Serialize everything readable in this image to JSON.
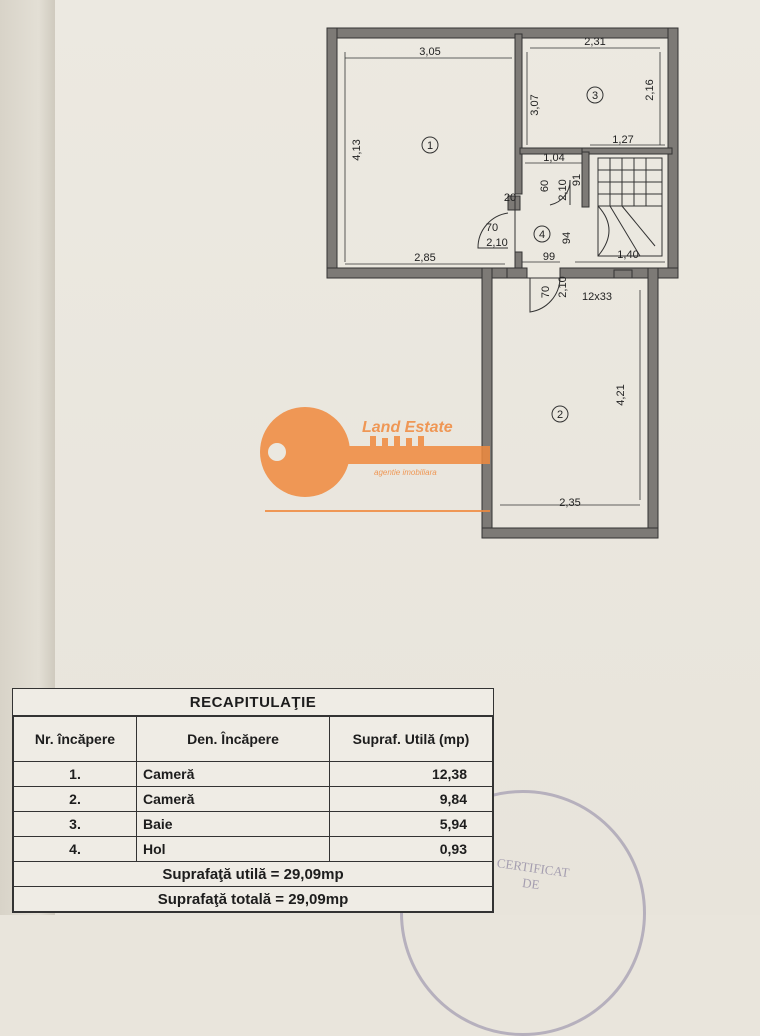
{
  "plan": {
    "room1": {
      "number": "1",
      "width": "3,05",
      "height": "4,13",
      "bottom": "2,85"
    },
    "room2": {
      "number": "2",
      "width": "2,35",
      "height": "4,21",
      "vent": "12x33"
    },
    "room3": {
      "number": "3",
      "width": "2,31",
      "height": "2,16",
      "left": "3,07"
    },
    "room4": {
      "number": "4"
    },
    "stairs": {
      "top": "1,27",
      "bottom": "1,40"
    },
    "misc": {
      "d104": "1,04",
      "d20": "20",
      "d60": "60",
      "d210a": "2,10",
      "d91": "91",
      "d70a": "70",
      "d210b": "2,10",
      "d94": "94",
      "d99": "99",
      "d70b": "70",
      "d210c": "2,10"
    }
  },
  "watermark": {
    "brand": "Land Estate",
    "tagline": "agentie imobiliara",
    "color": "#f08a3e"
  },
  "recap": {
    "title": "RECAPITULAŢIE",
    "headers": {
      "nr": "Nr. încăpere",
      "den": "Den. Încăpere",
      "supraf": "Supraf. Utilă (mp)"
    },
    "rows": [
      {
        "nr": "1.",
        "den": "Cameră",
        "supraf": "12,38"
      },
      {
        "nr": "2.",
        "den": "Cameră",
        "supraf": "9,84"
      },
      {
        "nr": "3.",
        "den": "Baie",
        "supraf": "5,94"
      },
      {
        "nr": "4.",
        "den": "Hol",
        "supraf": "0,93"
      }
    ],
    "sum_util": "Suprafaţă utilă = 29,09mp",
    "sum_total": "Suprafaţă totală = 29,09mp"
  },
  "stamp": {
    "line1": "CERTIFICAT",
    "line2": "DE"
  }
}
